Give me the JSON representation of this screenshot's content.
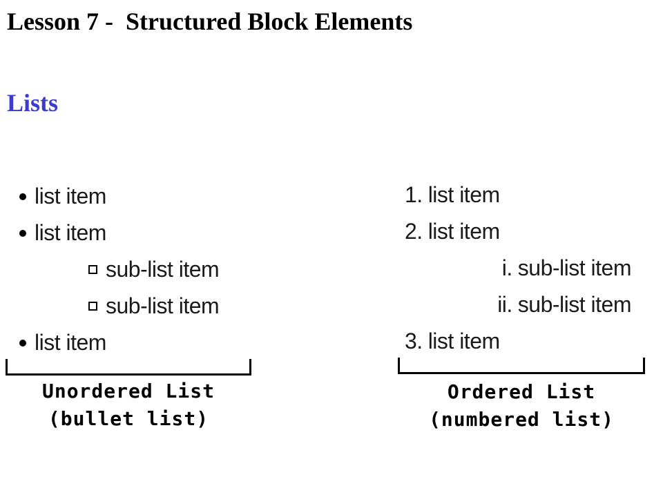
{
  "page": {
    "title": "Lesson 7 -  Structured Block Elements",
    "subtitle": "Lists"
  },
  "unordered": {
    "items": [
      {
        "text": "list item"
      },
      {
        "text": "list item"
      },
      {
        "text": "sub-list item"
      },
      {
        "text": "sub-list item"
      },
      {
        "text": "list item"
      }
    ],
    "caption_line1": "Unordered List",
    "caption_line2": "(bullet list)"
  },
  "ordered": {
    "items": [
      {
        "marker": "1.",
        "text": "list item"
      },
      {
        "marker": "2.",
        "text": "list item"
      },
      {
        "marker": "i.",
        "text": "sub-list item"
      },
      {
        "marker": "ii.",
        "text": "sub-list item"
      },
      {
        "marker": "3.",
        "text": "list item"
      }
    ],
    "caption_line1": "Ordered List",
    "caption_line2": "(numbered list)"
  },
  "colors": {
    "subtitle": "#3b3bd1",
    "text": "#000000"
  }
}
